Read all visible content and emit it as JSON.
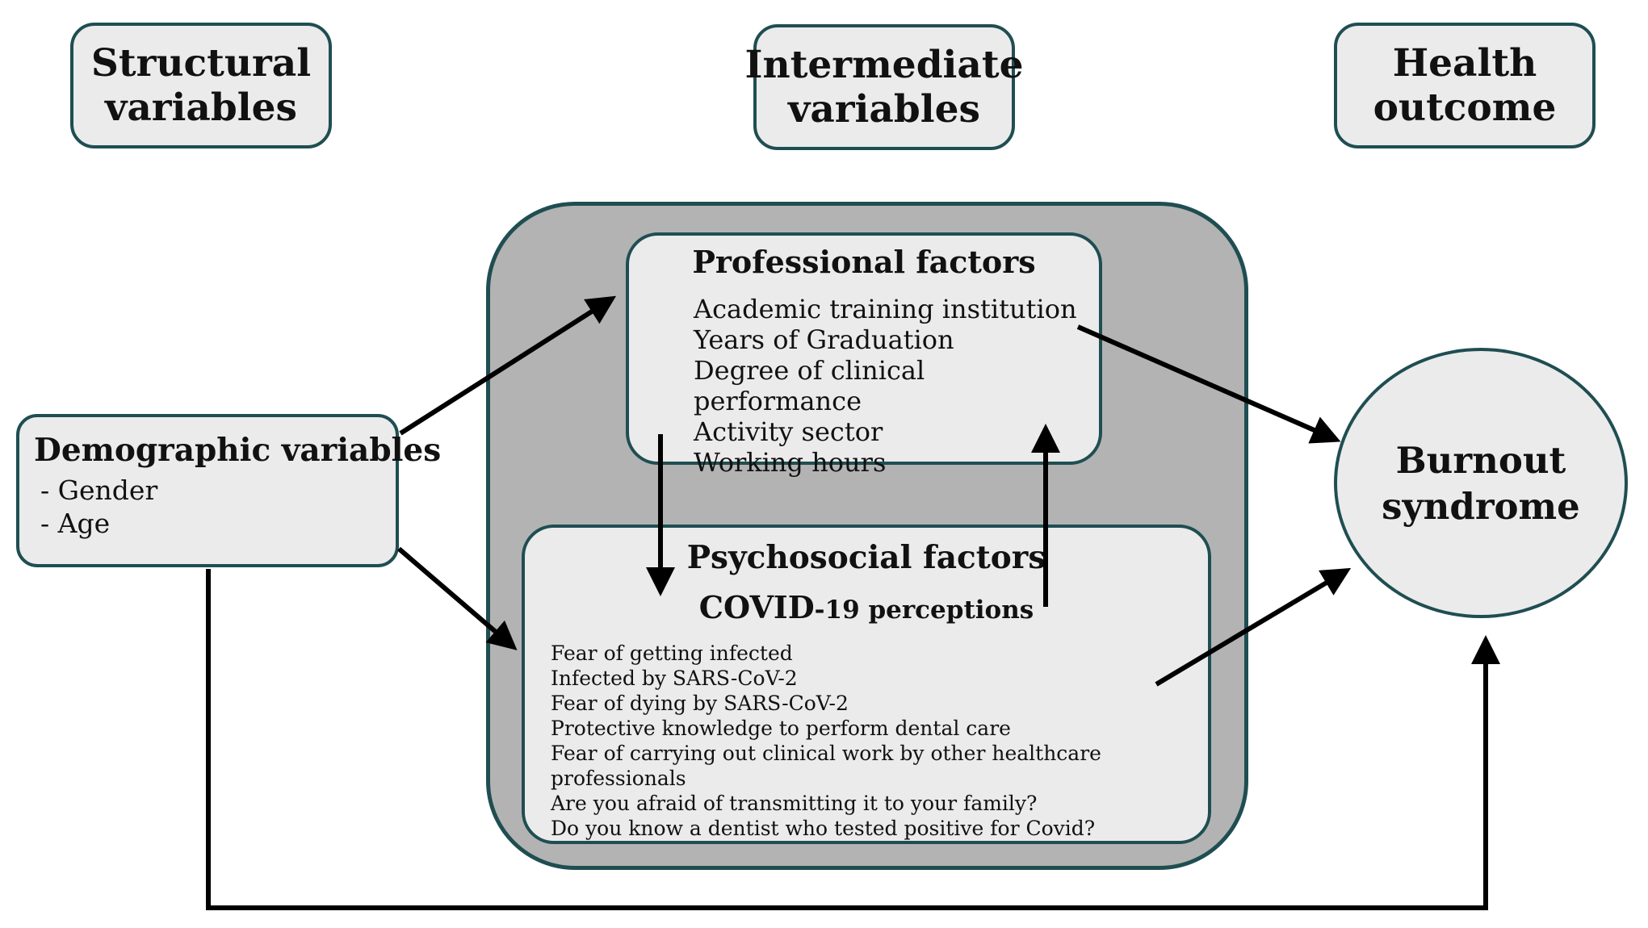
{
  "headers": {
    "structural": [
      "Structural",
      "variables"
    ],
    "intermediate": [
      "Intermediate",
      "variables"
    ],
    "outcome": [
      "Health",
      "outcome"
    ]
  },
  "professional": {
    "title": "Professional factors",
    "items": [
      "Academic training institution",
      "Years of Graduation",
      "Degree of clinical performance",
      "Activity sector",
      "Working hours"
    ]
  },
  "psychosocial": {
    "title": "Psychosocial factors",
    "subtitle_main": "COVID",
    "subtitle_suffix": "-19 perceptions",
    "items": [
      "Fear of getting infected",
      "Infected by SARS-CoV-2",
      "Fear of dying by SARS-CoV-2",
      "Protective knowledge to perform dental care",
      "Fear of carrying out clinical work by other healthcare professionals",
      "Are you afraid of transmitting it to your family?",
      "Do you know a dentist who tested positive for Covid?"
    ]
  },
  "demographic": {
    "title": "Demographic variables",
    "items": [
      "- Gender",
      "- Age"
    ]
  },
  "outcome_node": [
    "Burnout",
    "syndrome"
  ],
  "colors": {
    "border": "#1f4e52",
    "box_fill": "#ebebeb",
    "container_fill": "#b3b3b3",
    "arrow": "#000000"
  }
}
